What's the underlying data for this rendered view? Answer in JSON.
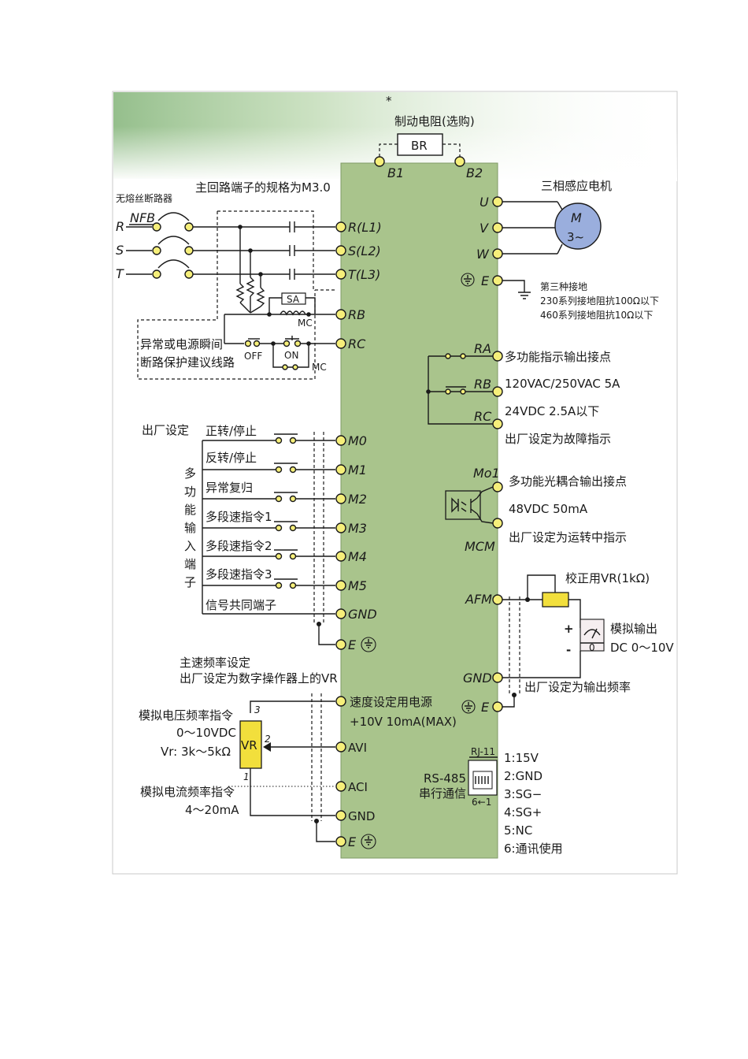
{
  "brake": {
    "star": "*",
    "title": "制动电阻(选购)",
    "br": "BR",
    "b1": "B1",
    "b2": "B2"
  },
  "main": {
    "spec_note": "主回路端子的规格为M3.0",
    "nfb_note": "无熔丝断路器",
    "nfb": "NFB",
    "phases": [
      "R",
      "S",
      "T"
    ],
    "terminals": [
      "R(L1)",
      "S(L2)",
      "T(L3)"
    ],
    "sa": "SA",
    "mc": "MC",
    "rb": "RB",
    "rc": "RC",
    "off": "OFF",
    "on": "ON",
    "protect_line1": "异常或电源瞬间",
    "protect_line2": "断路保护建议线路"
  },
  "motor": {
    "title": "三相感应电机",
    "m": "M",
    "m3": "3~",
    "u": "U",
    "v": "V",
    "w": "W",
    "e": "E"
  },
  "ground": {
    "line1": "第三种接地",
    "line2": "230系列接地阻抗100Ω以下",
    "line3": "460系列接地阻抗10Ω以下"
  },
  "relay": {
    "ra": "RA",
    "rb": "RB",
    "rc": "RC",
    "line1": "多功能指示输出接点",
    "line2": "120VAC/250VAC  5A",
    "line3": "24VDC  2.5A以下",
    "line4": "出厂设定为故障指示"
  },
  "inputs": {
    "factory": "出厂设定",
    "vertical": [
      "多",
      "功",
      "能",
      "输",
      "入",
      "端",
      "子"
    ],
    "labels": [
      "正转/停止",
      "反转/停止",
      "异常复归",
      "多段速指令1",
      "多段速指令2",
      "多段速指令3",
      "信号共同端子"
    ],
    "terminals": [
      "M0",
      "M1",
      "M2",
      "M3",
      "M4",
      "M5",
      "GND"
    ],
    "e": "E"
  },
  "photo": {
    "mo1": "Mo1",
    "mcm": "MCM",
    "line1": "多功能光耦合输出接点",
    "line2": "48VDC  50mA",
    "line3": "出厂设定为运转中指示"
  },
  "afm": {
    "afm": "AFM",
    "vr_note": "校正用VR(1kΩ)",
    "plus": "+",
    "minus": "-",
    "meter_zero": "0",
    "out1": "模拟输出",
    "out2": "DC 0～10V",
    "gnd": "GND",
    "out_note": "出厂设定为输出频率",
    "e": "E"
  },
  "freq": {
    "title1": "主速频率设定",
    "title2": "出厂设定为数字操作器上的VR",
    "vlabel1": "模拟电压频率指令",
    "vlabel2": "0～10VDC",
    "vlabel3": "Vr:  3k～5kΩ",
    "vr": "VR",
    "p3": "3",
    "p2": "2",
    "p1": "1",
    "supply1": "速度设定用电源",
    "supply2": "+10V  10mA(MAX)",
    "avi": "AVI",
    "aci": "ACI",
    "gnd": "GND",
    "e": "E",
    "ilabel1": "模拟电流频率指令",
    "ilabel2": "4～20mA"
  },
  "comm": {
    "rj": "RJ-11",
    "rs1": "RS-485",
    "rs2": "串行通信",
    "pins": "6←1",
    "list": [
      "1:15V",
      "2:GND",
      "3:SG−",
      "4:SG+",
      "5:NC",
      "6:通讯使用"
    ]
  },
  "colors": {
    "body": "#a9c48c",
    "terminal": "#f6ef7a",
    "vr": "#f2df3c",
    "motor": "#9aaedd",
    "band": "#3e8a2e"
  }
}
